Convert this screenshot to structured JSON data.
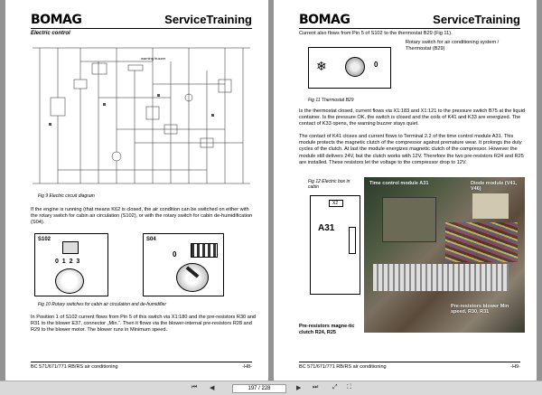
{
  "header": {
    "logo": "BOMAG",
    "title": "ServiceTraining"
  },
  "left_page": {
    "section": "Electric control",
    "diagram_label": "warning buzzer",
    "fig9_caption": "Fig 9  Electric circuit diagram",
    "para1": "If the engine is running (that means K62 is closed, the air condition can be switched on either with the rotary switch for cabin air circulation (S102), or with the rotary switch for cabin de-humidification (S04).",
    "s102_label": "S102",
    "s04_label": "S04",
    "s102_digits": "0  1  2  3",
    "s04_digit": "0",
    "fig10_caption": "Fig 10  Rotary switches for cabin air circulation and de-humidifier",
    "para2": "In Position 1 of S102 current flows from Pin 5 of this switch via X1:180 and the pre-resistors R30 and R31 to the blower E37, connector „Min.“. Then it flows via the blower-internal pre-resistors R28 and R29 to the blower motor. The blower runs in Minimum speed.",
    "footer_left": "BC 571/671/771 RB/RS  air conditioning",
    "footer_page": "-H8-"
  },
  "right_page": {
    "para_top": "Current also flows from Pin 5 of S102 to the thermostat B29 (Fig 11).",
    "thermo_desc": "Rotary switch for air conditioning system / Thermostat (B29)",
    "thermo_digit": "0",
    "fig11_caption": "Fig 11  Thermostat B29",
    "para2": "Is the thermostat closed, current flows via X1:183 and X1:121 to the pressure switch B75 at the liquid container. Is the pressure OK, the switch is closed and the coils of K41 and K33 are energized. The contact of K33 opens, the warning buzzer stays quiet.",
    "para3": "The contact of K41 closes and current flows to Terminal 2.2 of the time control module A31. This module protects the magnetic clutch of the compressor against premature wear. It prolongs the duty cycles of the clutch. At last the module energizes magnetic clutch of the compressor. However the module still delivers 24V, but the clutch works with 12V. Therefore the two pre-resistors R24 and R25 are installed. These resistors let the voltage to the compressor drop to 12V.",
    "fig12_caption": "Fig 12  Electric box in cabin",
    "a31_label": "A31",
    "x2_label": "X2",
    "photo_time_module": "Time control module A31",
    "photo_diode_module": "Diode module (V41, V46)",
    "photo_blower": "Pre-resistors blower Min speed, R30, R31",
    "photo_clutch": "Pre-resistors magne-tic clutch R24, R25",
    "footer_left": "BC 571/671/771 RB/RS  air conditioning",
    "footer_page": "-H9-"
  },
  "toolbar": {
    "page_indicator": "197 / 228",
    "first": "⏮",
    "prev": "◀",
    "next": "▶",
    "last": "⏭",
    "expand": "⤢",
    "fullscreen": "⛶"
  }
}
